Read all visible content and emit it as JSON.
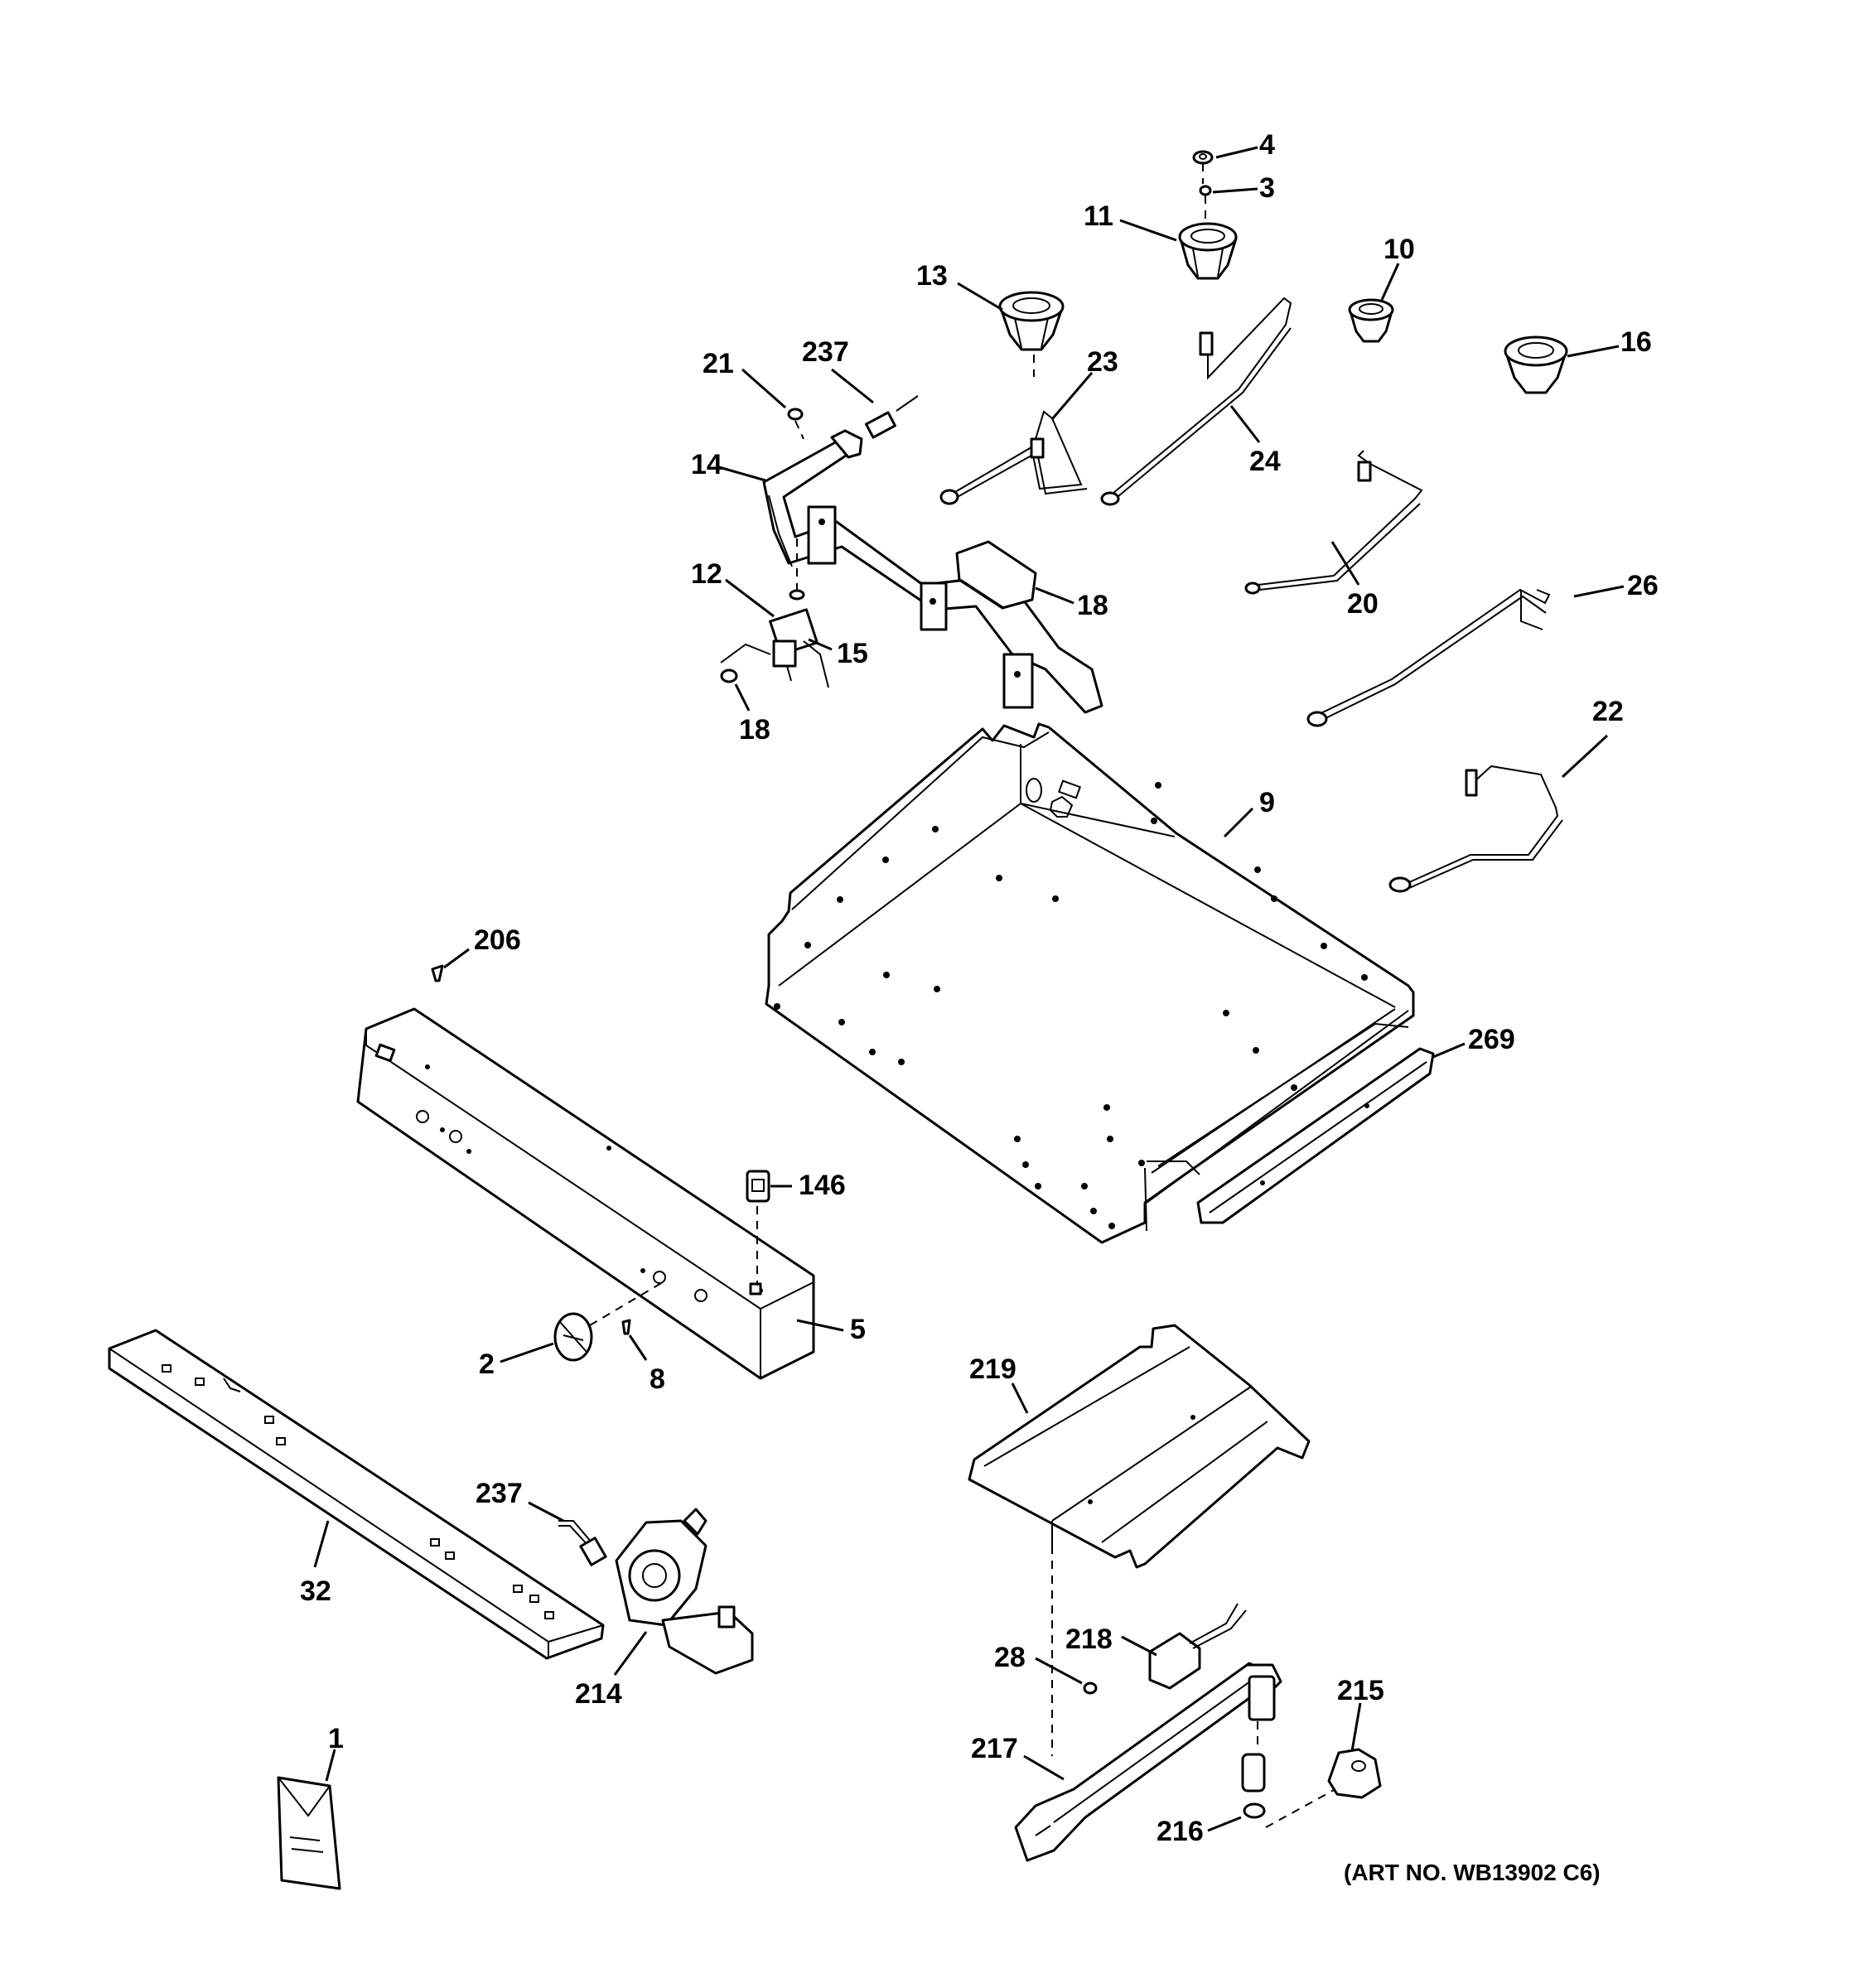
{
  "diagram": {
    "art_number": "(ART NO. WB13902 C6)",
    "callouts": [
      "4",
      "3",
      "11",
      "10",
      "13",
      "16",
      "21",
      "237",
      "23",
      "24",
      "14",
      "20",
      "26",
      "12",
      "18",
      "15",
      "18",
      "22",
      "9",
      "206",
      "269",
      "146",
      "5",
      "2",
      "8",
      "219",
      "237",
      "32",
      "218",
      "28",
      "215",
      "214",
      "217",
      "216",
      "1"
    ],
    "parts": [
      {
        "id": "burner-head",
        "label": "11"
      },
      {
        "id": "burner-head",
        "label": "10"
      },
      {
        "id": "burner-head",
        "label": "13"
      },
      {
        "id": "burner-head",
        "label": "16"
      },
      {
        "id": "manifold",
        "label": "14"
      },
      {
        "id": "burner-box",
        "label": "9"
      },
      {
        "id": "control-panel",
        "label": "5"
      },
      {
        "id": "trim-strip",
        "label": "32"
      },
      {
        "id": "valve",
        "label": "214"
      },
      {
        "id": "oven-baffle",
        "label": "219"
      },
      {
        "id": "oven-burner-tube",
        "label": "217"
      },
      {
        "id": "literature-envelope",
        "label": "1"
      }
    ]
  }
}
